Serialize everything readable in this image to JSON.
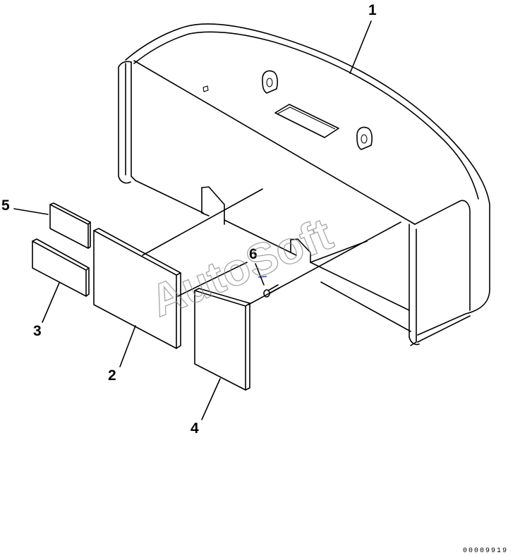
{
  "callouts": {
    "c1": "1",
    "c2": "2",
    "c3": "3",
    "c4": "4",
    "c5": "5",
    "c6": "6"
  },
  "watermark": "AutoSoft",
  "drawing_code": "00009919"
}
